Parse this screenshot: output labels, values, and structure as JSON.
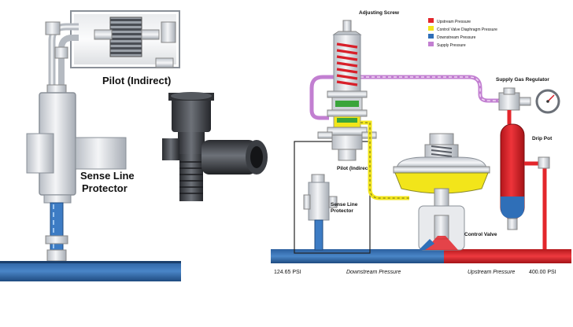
{
  "left_panel": {
    "pilot_label": "Pilot (Indirect)",
    "sense_line_label_1": "Sense Line",
    "sense_line_label_2": "Protector"
  },
  "right_panel": {
    "adjusting_screw_label": "Adjusting Screw",
    "supply_gas_regulator_label": "Supply Gas Regulator",
    "drip_pot_label": "Drip Pot",
    "pilot_label": "Pilot (Indirect)",
    "sense_line_label_1": "Sense Line",
    "sense_line_label_2": "Protector",
    "control_valve_label": "Control Valve",
    "downstream_pressure_value": "124.65 PSI",
    "downstream_pressure_label": "Downstream Pressure",
    "upstream_pressure_label": "Upstream Pressure",
    "upstream_pressure_value": "400.00 PSI"
  },
  "legend": {
    "items": [
      {
        "label": "Upstream Pressure",
        "color": "#e3262b"
      },
      {
        "label": "Control Valve Diaphragm Pressure",
        "color": "#f2e51a"
      },
      {
        "label": "Downstream Pressure",
        "color": "#2f6fb8"
      },
      {
        "label": "Supply Pressure",
        "color": "#c27fd1"
      }
    ]
  },
  "colors": {
    "upstream": "#e3262b",
    "diaphragm": "#f2e51a",
    "downstream": "#2f6fb8",
    "supply": "#c27fd1",
    "body_gray": "#d7dbe0",
    "dark_metal": "#3b3e43"
  }
}
